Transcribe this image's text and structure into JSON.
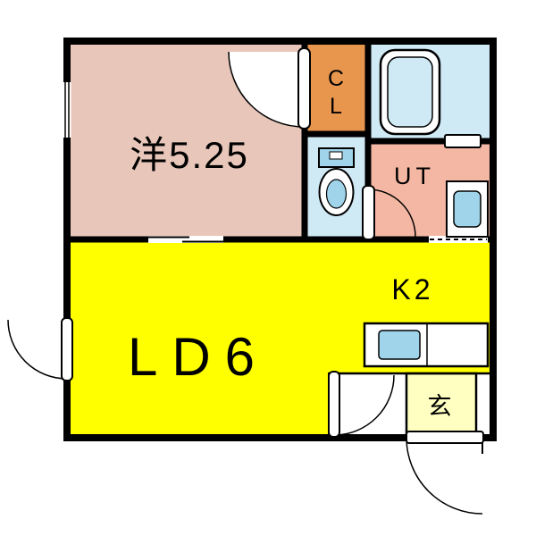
{
  "title": "apartment-floor-plan",
  "rooms": {
    "western": {
      "label": "洋5.25"
    },
    "closet": {
      "line1": "C",
      "line2": "L"
    },
    "utility": {
      "label": "UT"
    },
    "kitchen": {
      "label": "K2"
    },
    "living_dining": {
      "label": "LD6"
    },
    "entrance": {
      "label": "玄"
    }
  },
  "colors": {
    "western": "#e8c7ba",
    "closet": "#e8954d",
    "bath": "#cfe9f5",
    "toilet_room": "#cfe9f5",
    "utility": "#f4b7a3",
    "ldk": "#ffff00",
    "entrance_floor": "#ffffc2",
    "fixture_blue": "#9fd4ea",
    "wall": "#000000"
  }
}
